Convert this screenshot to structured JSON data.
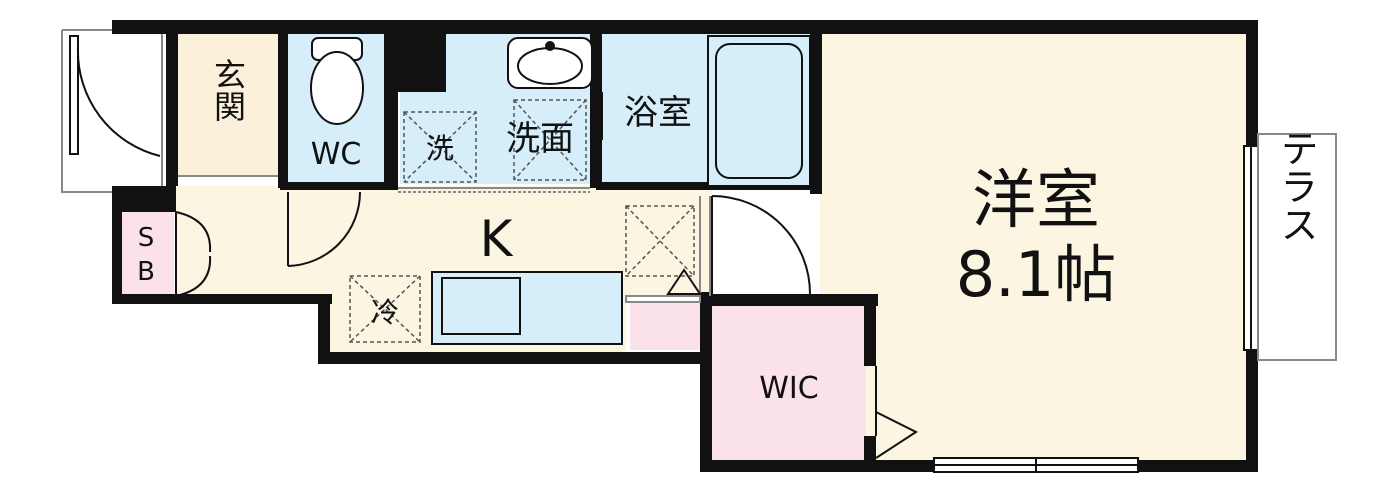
{
  "labels": {
    "genkan": "玄関",
    "wc": "WC",
    "sentaku": "洗",
    "senmen": "洗面",
    "yokushitsu": "浴室",
    "sb_s": "S",
    "sb_b": "B",
    "kitchen": "K",
    "reizou": "冷",
    "youshitsu": "洋室",
    "size": "8.1帖",
    "wic": "WIC",
    "terrace": "テラス"
  },
  "colors": {
    "wall": "#111111",
    "entrance": "#fbf1da",
    "living": "#fcf5e2",
    "wet": "#d5eef9",
    "storage": "#fbe1ea",
    "line": "#888888"
  }
}
